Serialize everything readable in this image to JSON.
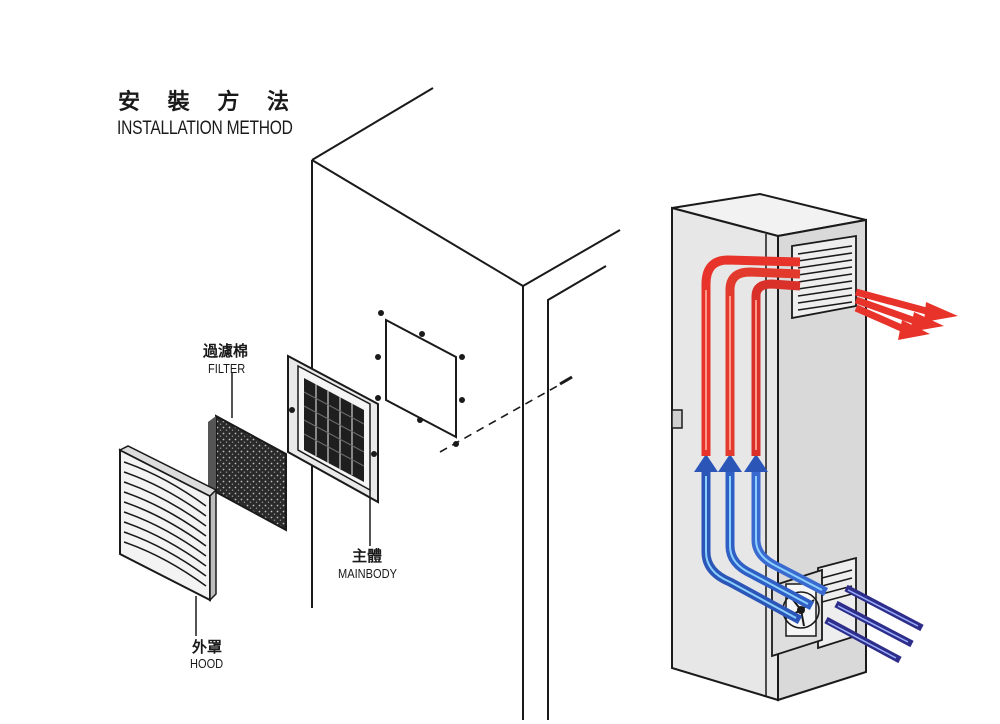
{
  "title": {
    "cn": "安 裝 方 法",
    "en": "INSTALLATION METHOD"
  },
  "labels": {
    "filter": {
      "cn": "過濾棉",
      "en": "FILTER"
    },
    "mainbody": {
      "cn": "主體",
      "en": "MAINBODY"
    },
    "hood": {
      "cn": "外罩",
      "en": "HOOD"
    }
  },
  "colors": {
    "hot_air": "#e8332a",
    "cold_air": "#2b56b8",
    "intake_air": "#2e2e8a",
    "line": "#1a1a1a"
  },
  "icons": [
    "filter-pad",
    "hood-louver",
    "mainbody-grille",
    "cabinet",
    "fan",
    "screw"
  ]
}
